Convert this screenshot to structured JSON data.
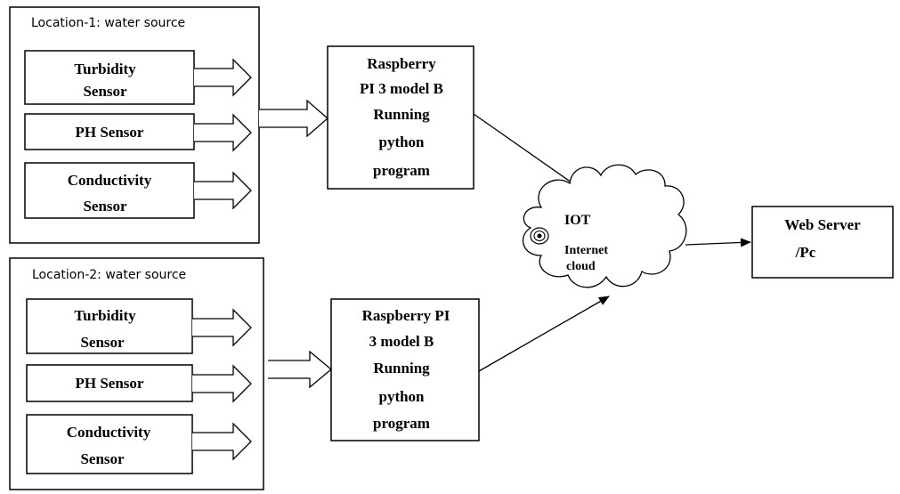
{
  "locations": [
    {
      "title": "Location-1: water source",
      "sensors": [
        {
          "lines": [
            "Turbidity",
            "Sensor"
          ]
        },
        {
          "lines": [
            "PH Sensor"
          ]
        },
        {
          "lines": [
            "Conductivity",
            "Sensor"
          ]
        }
      ]
    },
    {
      "title": "Location-2: water source",
      "sensors": [
        {
          "lines": [
            "Turbidity",
            "Sensor"
          ]
        },
        {
          "lines": [
            "PH Sensor"
          ]
        },
        {
          "lines": [
            "Conductivity",
            "Sensor"
          ]
        }
      ]
    }
  ],
  "processors": [
    {
      "lines": [
        "Raspberry",
        "PI 3 model B",
        "Running",
        "python",
        "program"
      ]
    },
    {
      "lines": [
        "Raspberry PI",
        "3 model B",
        "Running",
        "python",
        "program"
      ]
    }
  ],
  "cloud": {
    "title": "IOT",
    "lines": [
      "Internet",
      "cloud"
    ]
  },
  "server": {
    "lines": [
      "Web Server",
      "/Pc"
    ]
  }
}
